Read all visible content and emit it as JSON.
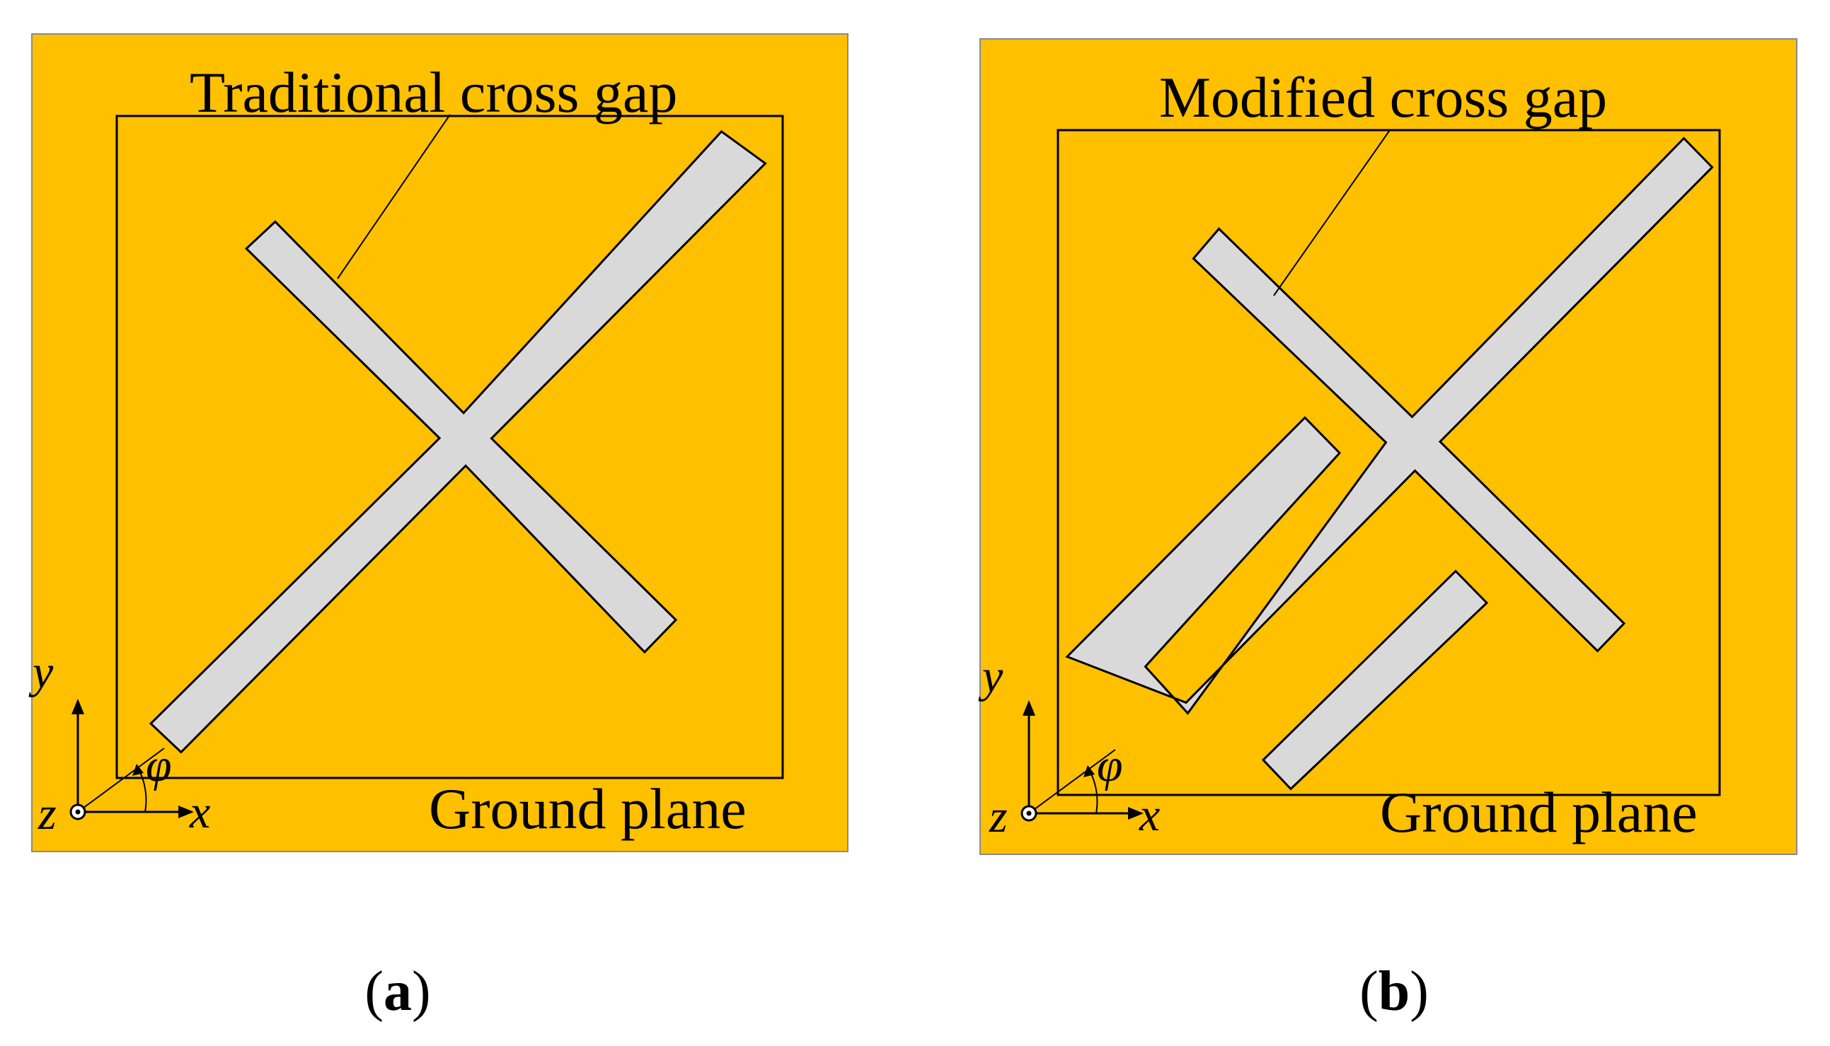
{
  "panel_a": {
    "slot_label": "Traditional cross gap",
    "ground_label": "Ground plane",
    "caption_open": "(",
    "caption_letter": "a",
    "caption_close": ")",
    "axis": {
      "x": "x",
      "y": "y",
      "z": "z",
      "phi": "φ"
    }
  },
  "panel_b": {
    "slot_label": "Modified cross gap",
    "ground_label": "Ground plane",
    "caption_open": "(",
    "caption_letter": "b",
    "caption_close": ")",
    "axis": {
      "x": "x",
      "y": "y",
      "z": "z",
      "phi": "φ"
    }
  },
  "colors": {
    "substrate": "#FFC000",
    "slot": "#D9D9D9",
    "outline": "#000000"
  }
}
